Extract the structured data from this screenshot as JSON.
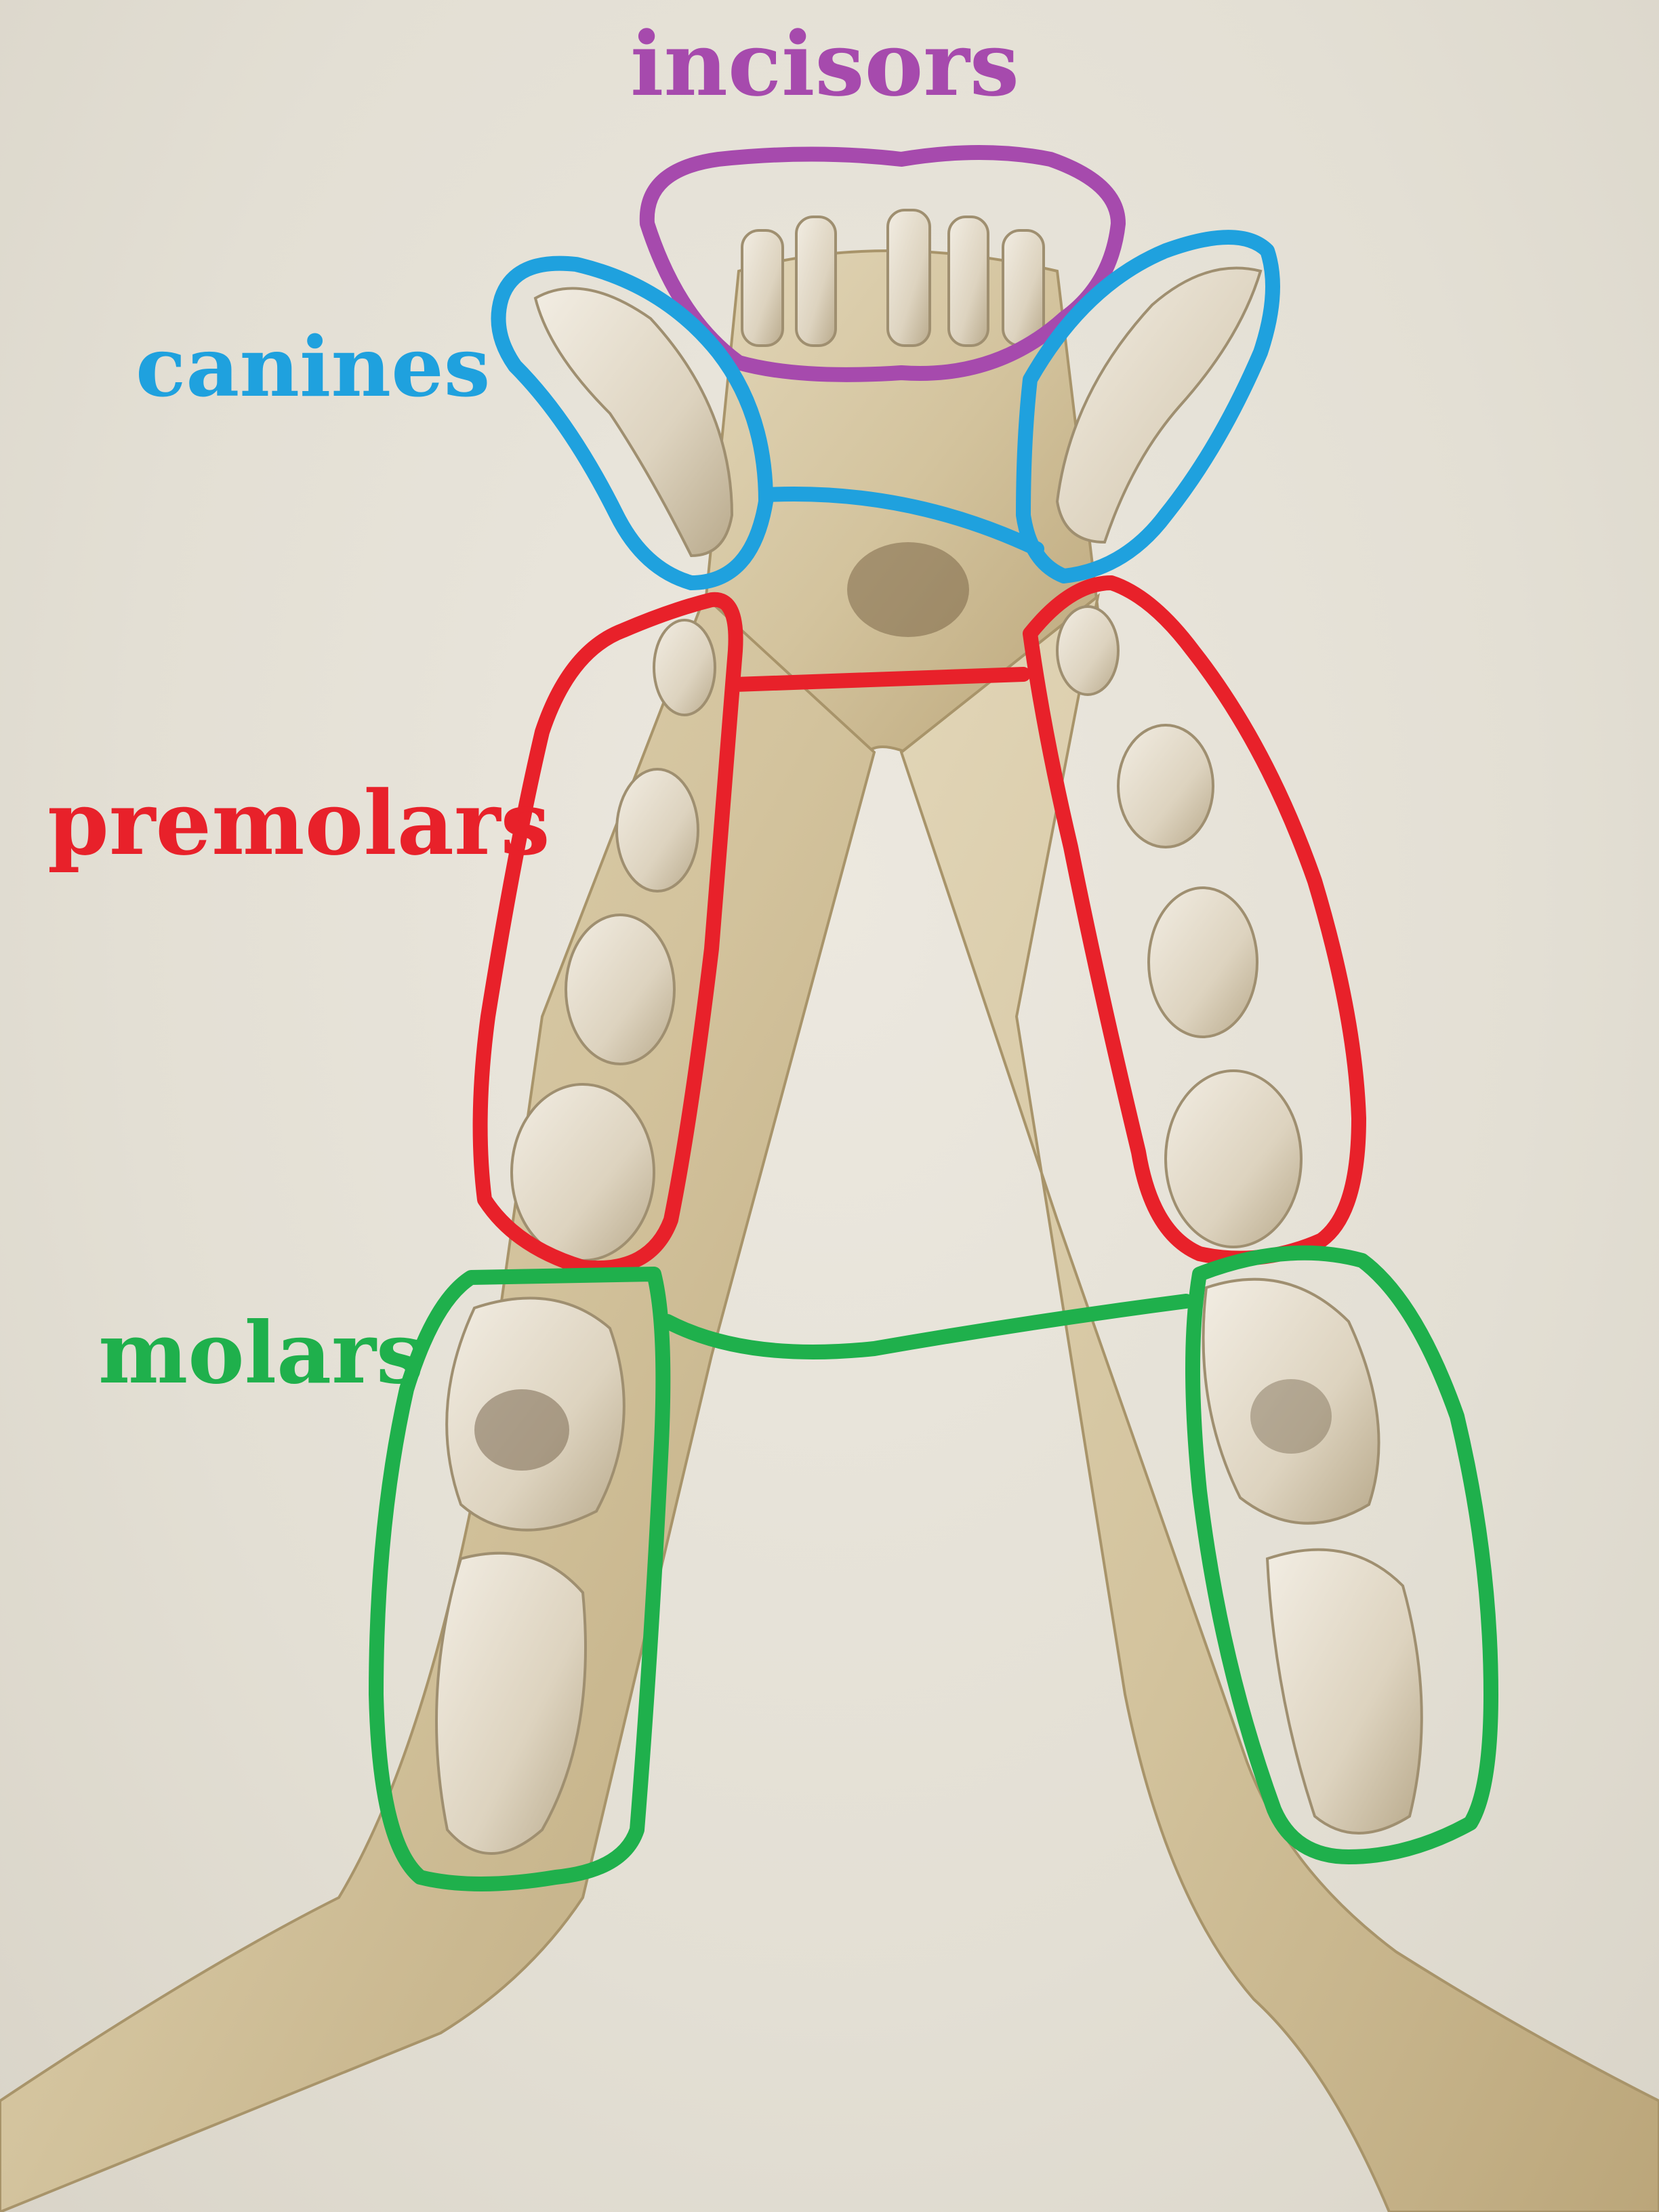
{
  "labels": {
    "incisors": "incisors",
    "canines": "canines",
    "premolars": "premolars",
    "molars": "molars"
  },
  "colors": {
    "incisors": "#a64aad",
    "canines": "#1fa1de",
    "premolars": "#e8212a",
    "molars": "#1fb04c",
    "background": "#e6e2d8",
    "bone": "#d6c8a6",
    "tooth": "#e9e2d3"
  }
}
